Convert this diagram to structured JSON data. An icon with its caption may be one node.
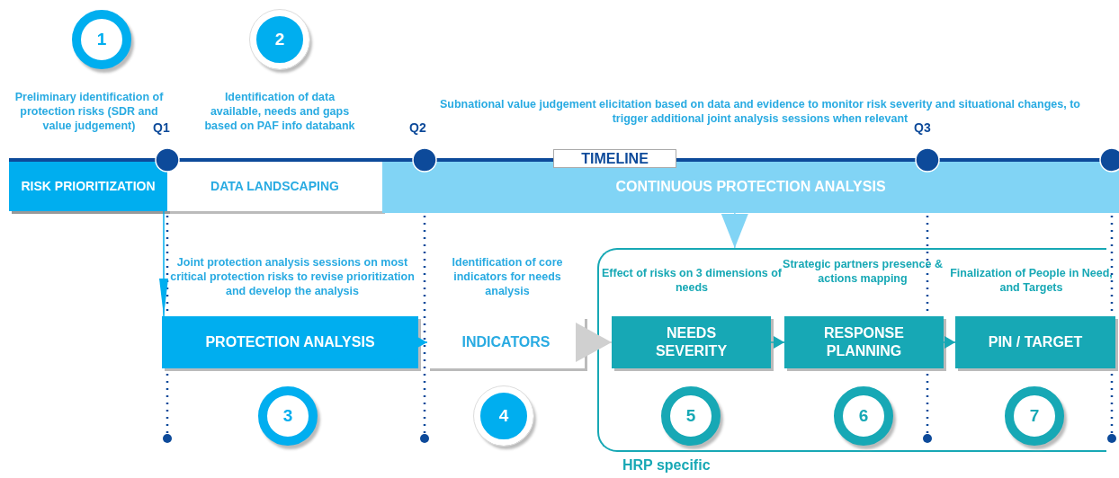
{
  "diagram": {
    "nodes": [
      {
        "text": [
          "1"
        ]
      },
      {
        "text": [
          "2"
        ]
      },
      {
        "text": [
          "RISK PRIORITIZATION"
        ],
        "beside": [
          "Preliminary identification of protection risks (SDR and value judgement)"
        ]
      },
      {
        "text": [
          "DATA LANDSCAPING"
        ],
        "beside": [
          "Identification of data available, needs and gaps based on PAF info databank"
        ]
      },
      {
        "text": [
          "CONTINUOUS PROTECTION ANALYSIS"
        ],
        "beside": [
          "Subnational value judgement elicitation based on data and evidence to monitor risk severity and situational changes, to trigger additional joint analysis sessions when relevant"
        ]
      },
      {
        "text": [
          "PROTECTION ANALYSIS"
        ],
        "beside": [
          "Joint protection analysis sessions on most critical protection risks to revise prioritization and develop the analysis"
        ]
      },
      {
        "text": [
          "INDICATORS"
        ],
        "beside": [
          "Identification of core indicators for needs analysis"
        ]
      },
      {
        "text": [
          "3"
        ]
      },
      {
        "text": [
          "4"
        ]
      },
      {
        "text": [
          "HRP specific"
        ]
      },
      {
        "text": [
          "NEEDS SEVERITY"
        ],
        "in": 9,
        "beside": [
          "Effect of risks on 3 dimensions of needs"
        ]
      },
      {
        "text": [
          "RESPONSE PLANNING"
        ],
        "in": 9,
        "beside": [
          "Strategic partners presence & actions mapping"
        ]
      },
      {
        "text": [
          "PIN / TARGET"
        ],
        "in": 9,
        "beside": [
          "Finalization of People in Need, and Targets"
        ]
      },
      {
        "text": [
          "5"
        ],
        "in": 9
      },
      {
        "text": [
          "6"
        ],
        "in": 9
      },
      {
        "text": [
          "7"
        ],
        "in": 9
      }
    ],
    "edges": [
      {
        "from": 5,
        "to": 6,
        "arrow": "to",
        "color": "#00aeef"
      },
      {
        "from": 6,
        "to": 10,
        "arrow": "to",
        "color": "#d0d0d0"
      },
      {
        "from": 10,
        "to": 11,
        "arrow": "to"
      },
      {
        "from": 11,
        "to": 12,
        "arrow": "to"
      },
      {
        "from": 4,
        "to": 9,
        "arrow": "to",
        "color": "#81d4f5"
      },
      {
        "from": 2,
        "to": 5,
        "arrow": "to",
        "color": "#00aeef"
      }
    ],
    "labels": [
      "Q1",
      "Q2",
      "TIMELINE",
      "Q3"
    ]
  }
}
